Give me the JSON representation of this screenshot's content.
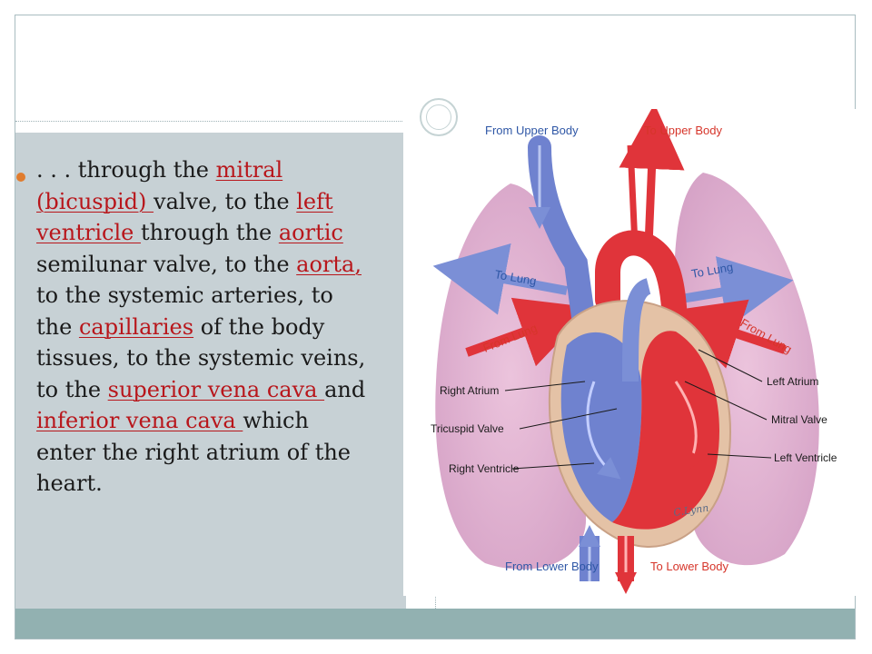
{
  "slide": {
    "text_parts": [
      {
        "text": ". . . through the ",
        "link": false
      },
      {
        "text": "mitral (bicuspid) ",
        "link": true
      },
      {
        "text": "valve, to the ",
        "link": false
      },
      {
        "text": "left ventricle ",
        "link": true
      },
      {
        "text": "through the ",
        "link": false
      },
      {
        "text": "aortic ",
        "link": true
      },
      {
        "text": "semilunar valve, to the ",
        "link": false
      },
      {
        "text": "aorta, ",
        "link": true
      },
      {
        "text": "to the systemic arteries, to the ",
        "link": false
      },
      {
        "text": "capillaries",
        "link": true
      },
      {
        "text": " of the body tissues, to the systemic veins, to the ",
        "link": false
      },
      {
        "text": "superior vena cava ",
        "link": true
      },
      {
        "text": "and ",
        "link": false
      },
      {
        "text": "inferior vena cava ",
        "link": true
      },
      {
        "text": "which enter the right atrium of the heart.",
        "link": false
      }
    ]
  },
  "figure": {
    "labels": {
      "from_upper_body": "From Upper Body",
      "to_upper_body": "To Upper Body",
      "to_lung_left": "To Lung",
      "to_lung_right": "To Lung",
      "from_lung_left": "From Lung",
      "from_lung_right": "From Lung",
      "right_atrium": "Right Atrium",
      "tricuspid_valve": "Tricuspid Valve",
      "right_ventricle": "Right Ventricle",
      "left_atrium": "Left Atrium",
      "mitral_valve": "Mitral Valve",
      "left_ventricle": "Left Ventricle",
      "from_lower_body": "From Lower Body",
      "to_lower_body": "To Lower Body",
      "signature": "C.Lynn"
    },
    "colors": {
      "oxygenated": "#e0343a",
      "deoxygenated": "#6f82cf",
      "lung": "#d9a6c9",
      "link_text": "#b8161b",
      "panel": "#c7d1d5",
      "footer_bar": "#92b1b1",
      "bullet": "#e07c2e"
    }
  }
}
